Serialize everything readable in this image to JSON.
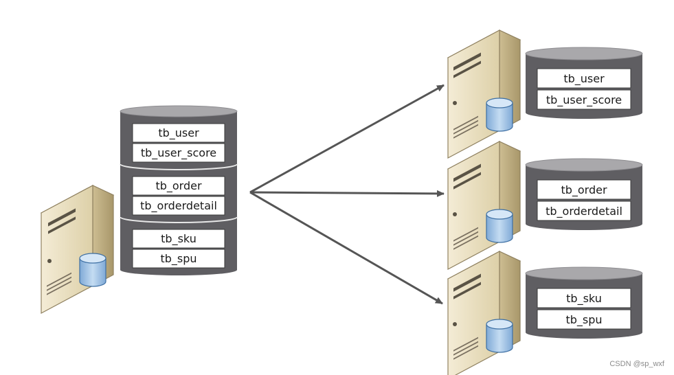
{
  "source_db": {
    "groups": [
      [
        "tb_user",
        "tb_user_score"
      ],
      [
        "tb_order",
        "tb_orderdetail"
      ],
      [
        "tb_sku",
        "tb_spu"
      ]
    ]
  },
  "target_dbs": [
    {
      "tables": [
        "tb_user",
        "tb_user_score"
      ]
    },
    {
      "tables": [
        "tb_order",
        "tb_orderdetail"
      ]
    },
    {
      "tables": [
        "tb_sku",
        "tb_spu"
      ]
    }
  ],
  "watermark": "CSDN @sp_wxf",
  "colors": {
    "db_body": "#5f5e62",
    "db_top": "#a9a8ab",
    "table_fill": "#ffffff",
    "arrow": "#555555",
    "server_front": "#e9dfc2",
    "server_side": "#c9b98f",
    "cylinder": "#9cc1e6"
  }
}
